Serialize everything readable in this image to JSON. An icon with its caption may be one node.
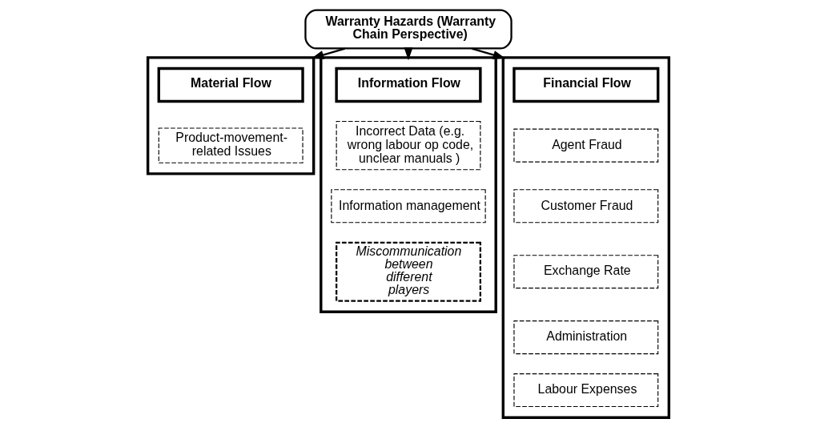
{
  "diagram": {
    "nodes": [
      {
        "text": [
          "Warranty Hazards (Warranty Chain Perspective)"
        ]
      },
      {
        "text": [],
        "shape": "box"
      },
      {
        "text": [
          "Material Flow"
        ],
        "in": 1
      },
      {
        "text": [
          "Product-movement-related Issues"
        ],
        "in": 1
      },
      {
        "text": [],
        "shape": "box"
      },
      {
        "text": [
          "Information Flow"
        ],
        "in": 4
      },
      {
        "text": [
          "Incorrect Data (e.g. wrong labour op code, unclear manuals )"
        ],
        "in": 4
      },
      {
        "text": [
          "Information management"
        ],
        "in": 4
      },
      {
        "text": [
          "Miscommunication between different players"
        ],
        "in": 4
      },
      {
        "text": [],
        "shape": "box"
      },
      {
        "text": [
          "Financial Flow"
        ],
        "in": 9
      },
      {
        "text": [
          "Agent Fraud"
        ],
        "in": 9
      },
      {
        "text": [
          "Customer Fraud"
        ],
        "in": 9
      },
      {
        "text": [
          "Exchange Rate"
        ],
        "in": 9
      },
      {
        "text": [
          "Administration"
        ],
        "in": 9
      },
      {
        "text": [
          "Labour Expenses"
        ],
        "in": 9
      }
    ],
    "edges": [
      {
        "from": 0,
        "to": 1,
        "arrow": "to"
      },
      {
        "from": 0,
        "to": 4,
        "arrow": "to"
      },
      {
        "from": 0,
        "to": 9,
        "arrow": "to"
      }
    ]
  }
}
